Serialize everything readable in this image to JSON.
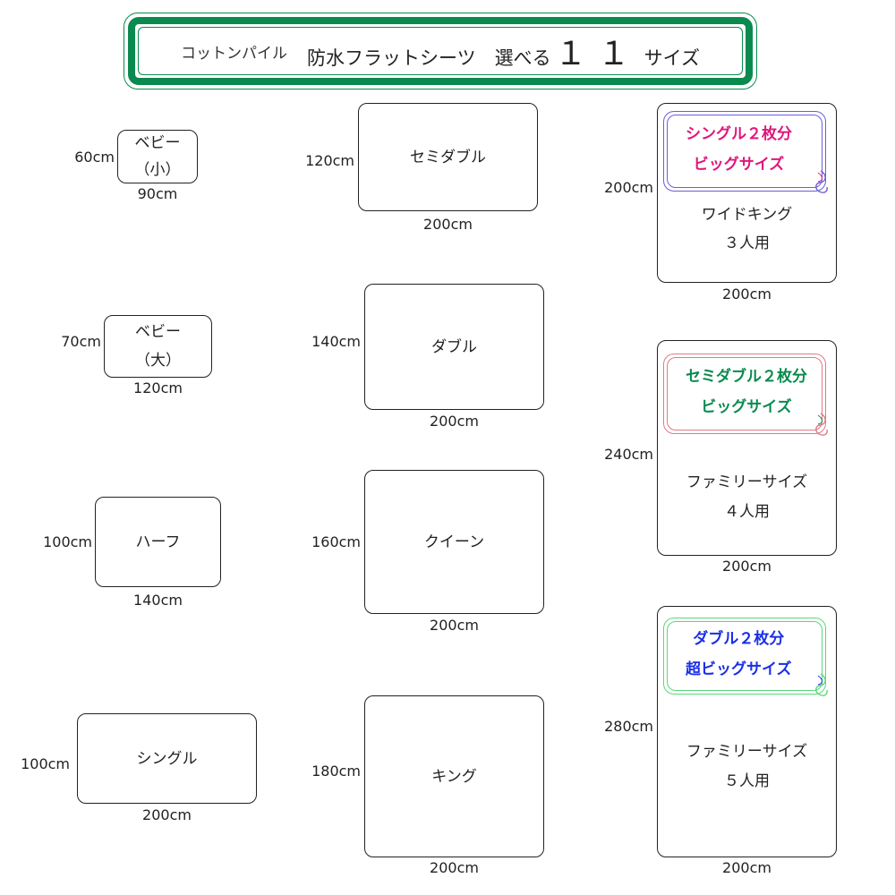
{
  "banner": {
    "prefix": "コットンパイル",
    "title": "防水フラットシーツ　選べる",
    "count": "１１",
    "suffix": "サイズ"
  },
  "sizes": [
    {
      "id": "baby-small",
      "line1": "ベビー",
      "line2": "（小）",
      "height": "60cm",
      "width": "90cm"
    },
    {
      "id": "baby-large",
      "line1": "ベビー",
      "line2": "（大）",
      "height": "70cm",
      "width": "120cm"
    },
    {
      "id": "half",
      "line1": "ハーフ",
      "height": "100cm",
      "width": "140cm"
    },
    {
      "id": "single",
      "line1": "シングル",
      "height": "100cm",
      "width": "200cm"
    },
    {
      "id": "semi-double",
      "line1": "セミダブル",
      "height": "120cm",
      "width": "200cm"
    },
    {
      "id": "double",
      "line1": "ダブル",
      "height": "140cm",
      "width": "200cm"
    },
    {
      "id": "queen",
      "line1": "クイーン",
      "height": "160cm",
      "width": "200cm"
    },
    {
      "id": "king",
      "line1": "キング",
      "height": "180cm",
      "width": "200cm"
    },
    {
      "id": "wide-king",
      "line1": "ワイドキング",
      "line2": "３人用",
      "height": "200cm",
      "width": "200cm",
      "callout": {
        "line1": "シングル２枚分",
        "line2": "ビッグサイズ",
        "color": "#e0167a",
        "border": "#6a5fd8"
      }
    },
    {
      "id": "family-4",
      "line1": "ファミリーサイズ",
      "line2": "４人用",
      "height": "240cm",
      "width": "200cm",
      "callout": {
        "line1": "セミダブル２枚分",
        "line2": "ビッグサイズ",
        "color": "#0a8a4e",
        "border": "#e07a86"
      }
    },
    {
      "id": "family-5",
      "line1": "ファミリーサイズ",
      "line2": "５人用",
      "height": "280cm",
      "width": "200cm",
      "callout": {
        "line1": "ダブル２枚分",
        "line2": "超ビッグサイズ",
        "color": "#1a2ee8",
        "border": "#5ad87a"
      }
    }
  ]
}
